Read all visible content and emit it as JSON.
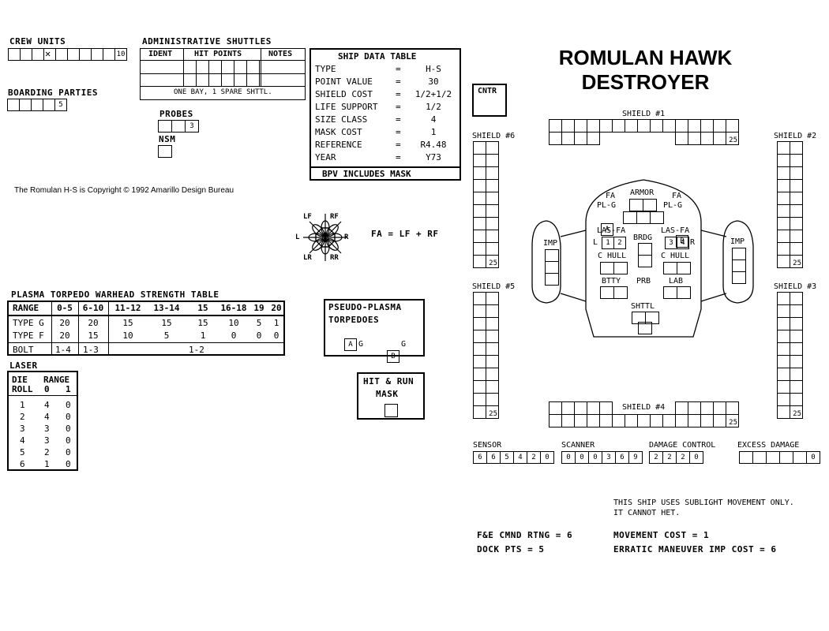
{
  "crew_units": {
    "label": "CREW UNITS",
    "count_label": "10"
  },
  "admin_shuttles": {
    "label": "ADMINISTRATIVE SHUTTLES",
    "col_ident": "IDENT",
    "col_hp": "HIT POINTS",
    "col_notes": "NOTES",
    "footer": "ONE BAY, 1 SPARE SHTTL."
  },
  "boarding_parties": {
    "label": "BOARDING PARTIES",
    "count_label": "5"
  },
  "probes": {
    "label": "PROBES",
    "count_label": "3"
  },
  "nsm": {
    "label": "NSM"
  },
  "copyright": "The Romulan H-S is Copyright © 1992 Amarillo Design Bureau",
  "ship_data": {
    "title": "SHIP DATA TABLE",
    "rows": [
      {
        "k": "TYPE",
        "eq": "=",
        "v": "H-S"
      },
      {
        "k": "POINT VALUE",
        "eq": "=",
        "v": "30"
      },
      {
        "k": "SHIELD COST",
        "eq": "=",
        "v": "1/2+1/2"
      },
      {
        "k": "LIFE SUPPORT",
        "eq": "=",
        "v": "1/2"
      },
      {
        "k": "SIZE CLASS",
        "eq": "=",
        "v": "4"
      },
      {
        "k": "MASK COST",
        "eq": "=",
        "v": "1"
      },
      {
        "k": "REFERENCE",
        "eq": "=",
        "v": "R4.48"
      },
      {
        "k": "YEAR",
        "eq": "=",
        "v": "Y73"
      }
    ],
    "footer": "BPV INCLUDES MASK"
  },
  "cntr": "CNTR",
  "ship_title": {
    "line1": "ROMULAN HAWK",
    "line2": "DESTROYER"
  },
  "firing_arcs": {
    "lf": "LF",
    "rf": "RF",
    "l": "L",
    "r": "R",
    "lr": "LR",
    "rr": "RR",
    "fa_formula": "FA = LF + RF"
  },
  "shields": {
    "s1": "SHIELD #1",
    "s2": "SHIELD #2",
    "s3": "SHIELD #3",
    "s4": "SHIELD #4",
    "s5": "SHIELD #5",
    "s6": "SHIELD #6",
    "max": "25"
  },
  "ssd": {
    "fa1": "FA",
    "plg1": "PL-G",
    "a": "A",
    "armor": "ARMOR",
    "fa2": "FA",
    "plg2": "PL-G",
    "b": "B",
    "lasfa1": "LAS-FA",
    "lasfa2": "LAS-FA",
    "l": "L",
    "r": "R",
    "las1": "1",
    "las2": "2",
    "las3": "3",
    "las4": "4",
    "brdg": "BRDG",
    "chull1": "C HULL",
    "chull2": "C HULL",
    "btty": "BTTY",
    "prb": "PRB",
    "lab": "LAB",
    "shttl": "SHTTL",
    "imp1": "IMP",
    "imp2": "IMP"
  },
  "plasma_table": {
    "title": "PLASMA TORPEDO WARHEAD STRENGTH TABLE",
    "headers": [
      "RANGE",
      "0-5",
      "6-10",
      "11-12",
      "13-14",
      "15",
      "16-18",
      "19",
      "20"
    ],
    "type_g": [
      "TYPE G",
      "20",
      "20",
      "15",
      "15",
      "15",
      "10",
      "5",
      "1"
    ],
    "type_f": [
      "TYPE F",
      "20",
      "15",
      "10",
      "5",
      "1",
      "0",
      "0",
      "0"
    ],
    "bolt": [
      "BOLT",
      "1-4",
      "1-3",
      "1-2"
    ]
  },
  "pseudo_plasma": {
    "title1": "PSEUDO-PLASMA",
    "title2": "TORPEDOES",
    "a": "A",
    "b": "B",
    "g1": "G",
    "g2": "G"
  },
  "hit_run": {
    "line1": "HIT & RUN",
    "line2": "MASK"
  },
  "laser": {
    "title": "LASER",
    "h1": "DIE",
    "h2": "ROLL",
    "h3": "RANGE",
    "h4": "0",
    "h5": "1",
    "rows": [
      [
        "1",
        "4",
        "0"
      ],
      [
        "2",
        "4",
        "0"
      ],
      [
        "3",
        "3",
        "0"
      ],
      [
        "4",
        "3",
        "0"
      ],
      [
        "5",
        "2",
        "0"
      ],
      [
        "6",
        "1",
        "0"
      ]
    ]
  },
  "tracks": {
    "sensor": {
      "label": "SENSOR",
      "values": [
        "6",
        "6",
        "5",
        "4",
        "2",
        "0"
      ]
    },
    "scanner": {
      "label": "SCANNER",
      "values": [
        "0",
        "0",
        "0",
        "3",
        "6",
        "9"
      ]
    },
    "damage_control": {
      "label": "DAMAGE CONTROL",
      "values": [
        "2",
        "2",
        "2",
        "0"
      ]
    },
    "excess_damage": {
      "label": "EXCESS DAMAGE",
      "values": [
        "",
        "",
        "",
        "",
        "",
        "0"
      ]
    }
  },
  "notes": {
    "sublight1": "THIS SHIP USES SUBLIGHT MOVEMENT ONLY.",
    "sublight2": "IT CANNOT HET.",
    "fe_cmnd": "F&E CMND RTNG = 6",
    "dock": "DOCK PTS = 5",
    "movement": "MOVEMENT COST = 1",
    "erratic": "ERRATIC MANEUVER IMP COST  = 6"
  }
}
